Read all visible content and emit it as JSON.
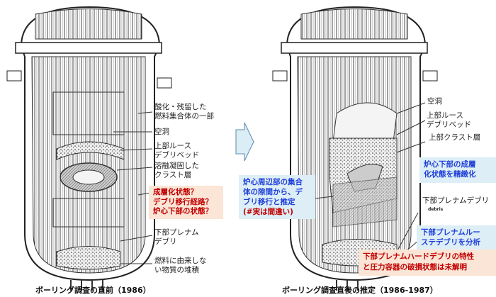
{
  "left": {
    "labels": [
      "酸化・残留した",
      "燃料集合体の一部",
      "空洞",
      "上部ルース",
      "デブリベッド",
      "溶融凝固した",
      "クラスト層",
      "下部プレナム",
      "デブリ",
      "燃料に由来しな",
      "い物質の堆積"
    ],
    "question_box": [
      "成層化状態？",
      "デブリ移行経路？",
      "炉心下部の状態？"
    ],
    "caption": "ボーリング調査の直前（1986）"
  },
  "right": {
    "labels": [
      "空洞",
      "上部ルース",
      "デブリベッド",
      "上部クラスト層",
      "下部プレナムデブリ",
      "debris"
    ],
    "core_box": [
      "炉心下部の成層",
      "化状態を精緻化"
    ],
    "periphery_box": [
      "炉心周辺部の集合",
      "体の隙間から、デ",
      "ブリ移行と推定",
      "(#実は間違い)"
    ],
    "lower_plenum_box": [
      "下部プレナムルー",
      "ステデブリを分析"
    ],
    "unknown_box": [
      "下部プレナムハードデブリの特性",
      "と圧力容器の破損状態は未解明"
    ],
    "caption": "ボーリング調査直後の推定（1986-1987）"
  },
  "colors": {
    "red_text": "#c00000",
    "blue_text": "#1f3fd8",
    "pink_box": "#fbe5d6",
    "blue_box": "#ddeef7",
    "arrow": "#dbeef6"
  }
}
